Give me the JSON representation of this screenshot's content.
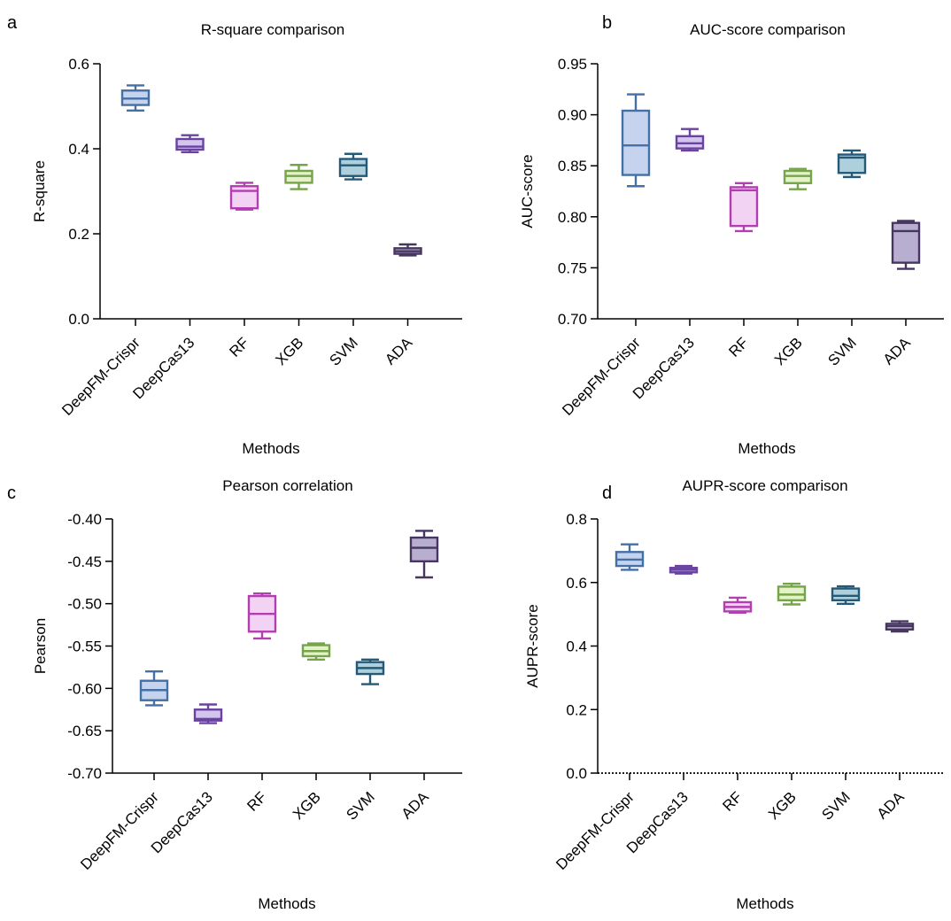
{
  "chart_data": [
    {
      "type": "box",
      "panel": "a",
      "title": "R-square comparison",
      "xlabel": "Methods",
      "ylabel": "R-square",
      "ylim": [
        0,
        0.6
      ],
      "yticks": [
        0.0,
        0.2,
        0.4,
        0.6
      ],
      "ytick_labels": [
        "0.0",
        "0.2",
        "0.4",
        "0.6"
      ],
      "zero_line": false,
      "categories": [
        "DeepFM-Crispr",
        "DeepCas13",
        "RF",
        "XGB",
        "SVM",
        "ADA"
      ],
      "boxes": [
        {
          "min": 0.49,
          "q1": 0.503,
          "median": 0.518,
          "q3": 0.537,
          "max": 0.549
        },
        {
          "min": 0.392,
          "q1": 0.398,
          "median": 0.405,
          "q3": 0.423,
          "max": 0.432
        },
        {
          "min": 0.257,
          "q1": 0.26,
          "median": 0.301,
          "q3": 0.312,
          "max": 0.32
        },
        {
          "min": 0.305,
          "q1": 0.32,
          "median": 0.336,
          "q3": 0.348,
          "max": 0.362
        },
        {
          "min": 0.328,
          "q1": 0.336,
          "median": 0.361,
          "q3": 0.376,
          "max": 0.388
        },
        {
          "min": 0.149,
          "q1": 0.153,
          "median": 0.159,
          "q3": 0.166,
          "max": 0.175
        }
      ]
    },
    {
      "type": "box",
      "panel": "b",
      "title": "AUC-score comparison",
      "xlabel": "Methods",
      "ylabel": "AUC-score",
      "ylim": [
        0.7,
        0.95
      ],
      "yticks": [
        0.7,
        0.75,
        0.8,
        0.85,
        0.9,
        0.95
      ],
      "ytick_labels": [
        "0.70",
        "0.75",
        "0.80",
        "0.85",
        "0.90",
        "0.95"
      ],
      "zero_line": false,
      "categories": [
        "DeepFM-Crispr",
        "DeepCas13",
        "RF",
        "XGB",
        "SVM",
        "ADA"
      ],
      "boxes": [
        {
          "min": 0.83,
          "q1": 0.841,
          "median": 0.87,
          "q3": 0.904,
          "max": 0.92
        },
        {
          "min": 0.865,
          "q1": 0.867,
          "median": 0.872,
          "q3": 0.879,
          "max": 0.886
        },
        {
          "min": 0.786,
          "q1": 0.791,
          "median": 0.826,
          "q3": 0.829,
          "max": 0.833
        },
        {
          "min": 0.827,
          "q1": 0.833,
          "median": 0.84,
          "q3": 0.845,
          "max": 0.847
        },
        {
          "min": 0.839,
          "q1": 0.843,
          "median": 0.858,
          "q3": 0.861,
          "max": 0.865
        },
        {
          "min": 0.749,
          "q1": 0.755,
          "median": 0.786,
          "q3": 0.794,
          "max": 0.796
        }
      ]
    },
    {
      "type": "box",
      "panel": "c",
      "title": "Pearson correlation",
      "xlabel": "Methods",
      "ylabel": "Pearson",
      "ylim": [
        -0.7,
        -0.4
      ],
      "yticks": [
        -0.7,
        -0.65,
        -0.6,
        -0.55,
        -0.5,
        -0.45,
        -0.4
      ],
      "ytick_labels": [
        "-0.70",
        "-0.65",
        "-0.60",
        "-0.55",
        "-0.50",
        "-0.45",
        "-0.40"
      ],
      "zero_line": false,
      "categories": [
        "DeepFM-Crispr",
        "DeepCas13",
        "RF",
        "XGB",
        "SVM",
        "ADA"
      ],
      "boxes": [
        {
          "min": -0.62,
          "q1": -0.614,
          "median": -0.602,
          "q3": -0.591,
          "max": -0.58
        },
        {
          "min": -0.641,
          "q1": -0.638,
          "median": -0.636,
          "q3": -0.625,
          "max": -0.619
        },
        {
          "min": -0.541,
          "q1": -0.533,
          "median": -0.512,
          "q3": -0.491,
          "max": -0.488
        },
        {
          "min": -0.566,
          "q1": -0.562,
          "median": -0.556,
          "q3": -0.549,
          "max": -0.547
        },
        {
          "min": -0.595,
          "q1": -0.583,
          "median": -0.576,
          "q3": -0.569,
          "max": -0.566
        },
        {
          "min": -0.469,
          "q1": -0.45,
          "median": -0.434,
          "q3": -0.422,
          "max": -0.414
        }
      ]
    },
    {
      "type": "box",
      "panel": "d",
      "title": "AUPR-score comparison",
      "xlabel": "Methods",
      "ylabel": "AUPR-score",
      "ylim": [
        0,
        0.8
      ],
      "yticks": [
        0.0,
        0.2,
        0.4,
        0.6,
        0.8
      ],
      "ytick_labels": [
        "0.0",
        "0.2",
        "0.4",
        "0.6",
        "0.8"
      ],
      "zero_line": true,
      "categories": [
        "DeepFM-Crispr",
        "DeepCas13",
        "RF",
        "XGB",
        "SVM",
        "ADA"
      ],
      "boxes": [
        {
          "min": 0.64,
          "q1": 0.652,
          "median": 0.672,
          "q3": 0.696,
          "max": 0.72
        },
        {
          "min": 0.628,
          "q1": 0.632,
          "median": 0.64,
          "q3": 0.646,
          "max": 0.652
        },
        {
          "min": 0.505,
          "q1": 0.509,
          "median": 0.523,
          "q3": 0.538,
          "max": 0.552
        },
        {
          "min": 0.531,
          "q1": 0.544,
          "median": 0.562,
          "q3": 0.587,
          "max": 0.596
        },
        {
          "min": 0.533,
          "q1": 0.544,
          "median": 0.558,
          "q3": 0.581,
          "max": 0.588
        },
        {
          "min": 0.446,
          "q1": 0.452,
          "median": 0.463,
          "q3": 0.47,
          "max": 0.478
        }
      ]
    }
  ],
  "colors": {
    "strokes": [
      "#4470a6",
      "#6a43a2",
      "#b33eb1",
      "#75a44b",
      "#245a78",
      "#463660"
    ],
    "fills": [
      "#c5d3ee",
      "#d3c6ec",
      "#f3d3f3",
      "#e4f2c7",
      "#add0dc",
      "#b8aed0"
    ]
  }
}
